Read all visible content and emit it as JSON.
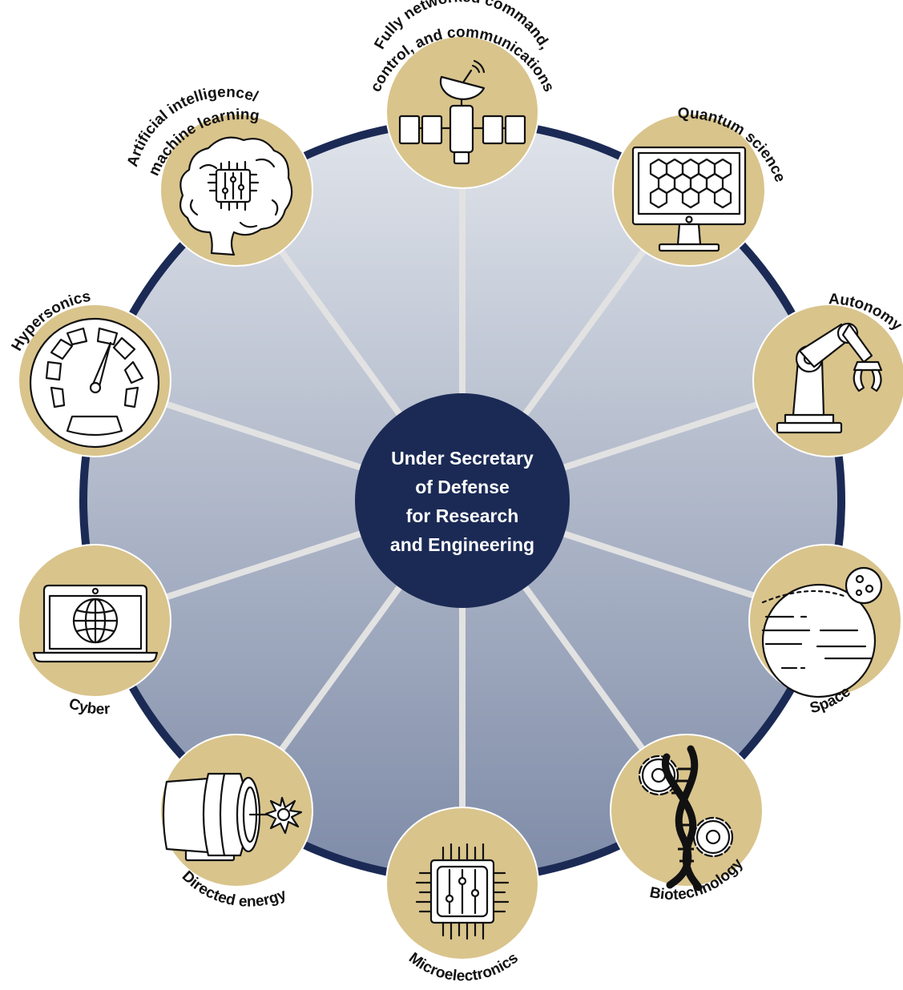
{
  "colors": {
    "ring": "#1b2a55",
    "node_fill": "#d9c48c",
    "spoke": "#e2e2e2",
    "hub": "#1b2a55",
    "disc_top": "#dfe3ea",
    "disc_bottom": "#7f8ca8"
  },
  "hub": {
    "lines": [
      "Under Secretary",
      "of Defense",
      "for Research",
      "and Engineering"
    ]
  },
  "nodes": [
    {
      "id": "c3",
      "icon": "satellite-icon",
      "label_lines": [
        "Fully networked command,",
        "control, and communications"
      ]
    },
    {
      "id": "quantum",
      "icon": "quantum-monitor-icon",
      "label_lines": [
        "Quantum science"
      ]
    },
    {
      "id": "autonomy",
      "icon": "robot-arm-icon",
      "label_lines": [
        "Autonomy"
      ]
    },
    {
      "id": "space",
      "icon": "planet-moon-icon",
      "label_lines": [
        "Space"
      ]
    },
    {
      "id": "biotech",
      "icon": "dna-gears-icon",
      "label_lines": [
        "Biotechnology"
      ]
    },
    {
      "id": "micro",
      "icon": "microchip-icon",
      "label_lines": [
        "Microelectronics"
      ]
    },
    {
      "id": "directed",
      "icon": "laser-cannon-icon",
      "label_lines": [
        "Directed energy"
      ]
    },
    {
      "id": "cyber",
      "icon": "laptop-globe-icon",
      "label_lines": [
        "Cyber"
      ]
    },
    {
      "id": "hyper",
      "icon": "speedometer-icon",
      "label_lines": [
        "Hypersonics"
      ]
    },
    {
      "id": "ai",
      "icon": "brain-chip-icon",
      "label_lines": [
        "Artificial intelligence/",
        "machine learning"
      ]
    }
  ]
}
